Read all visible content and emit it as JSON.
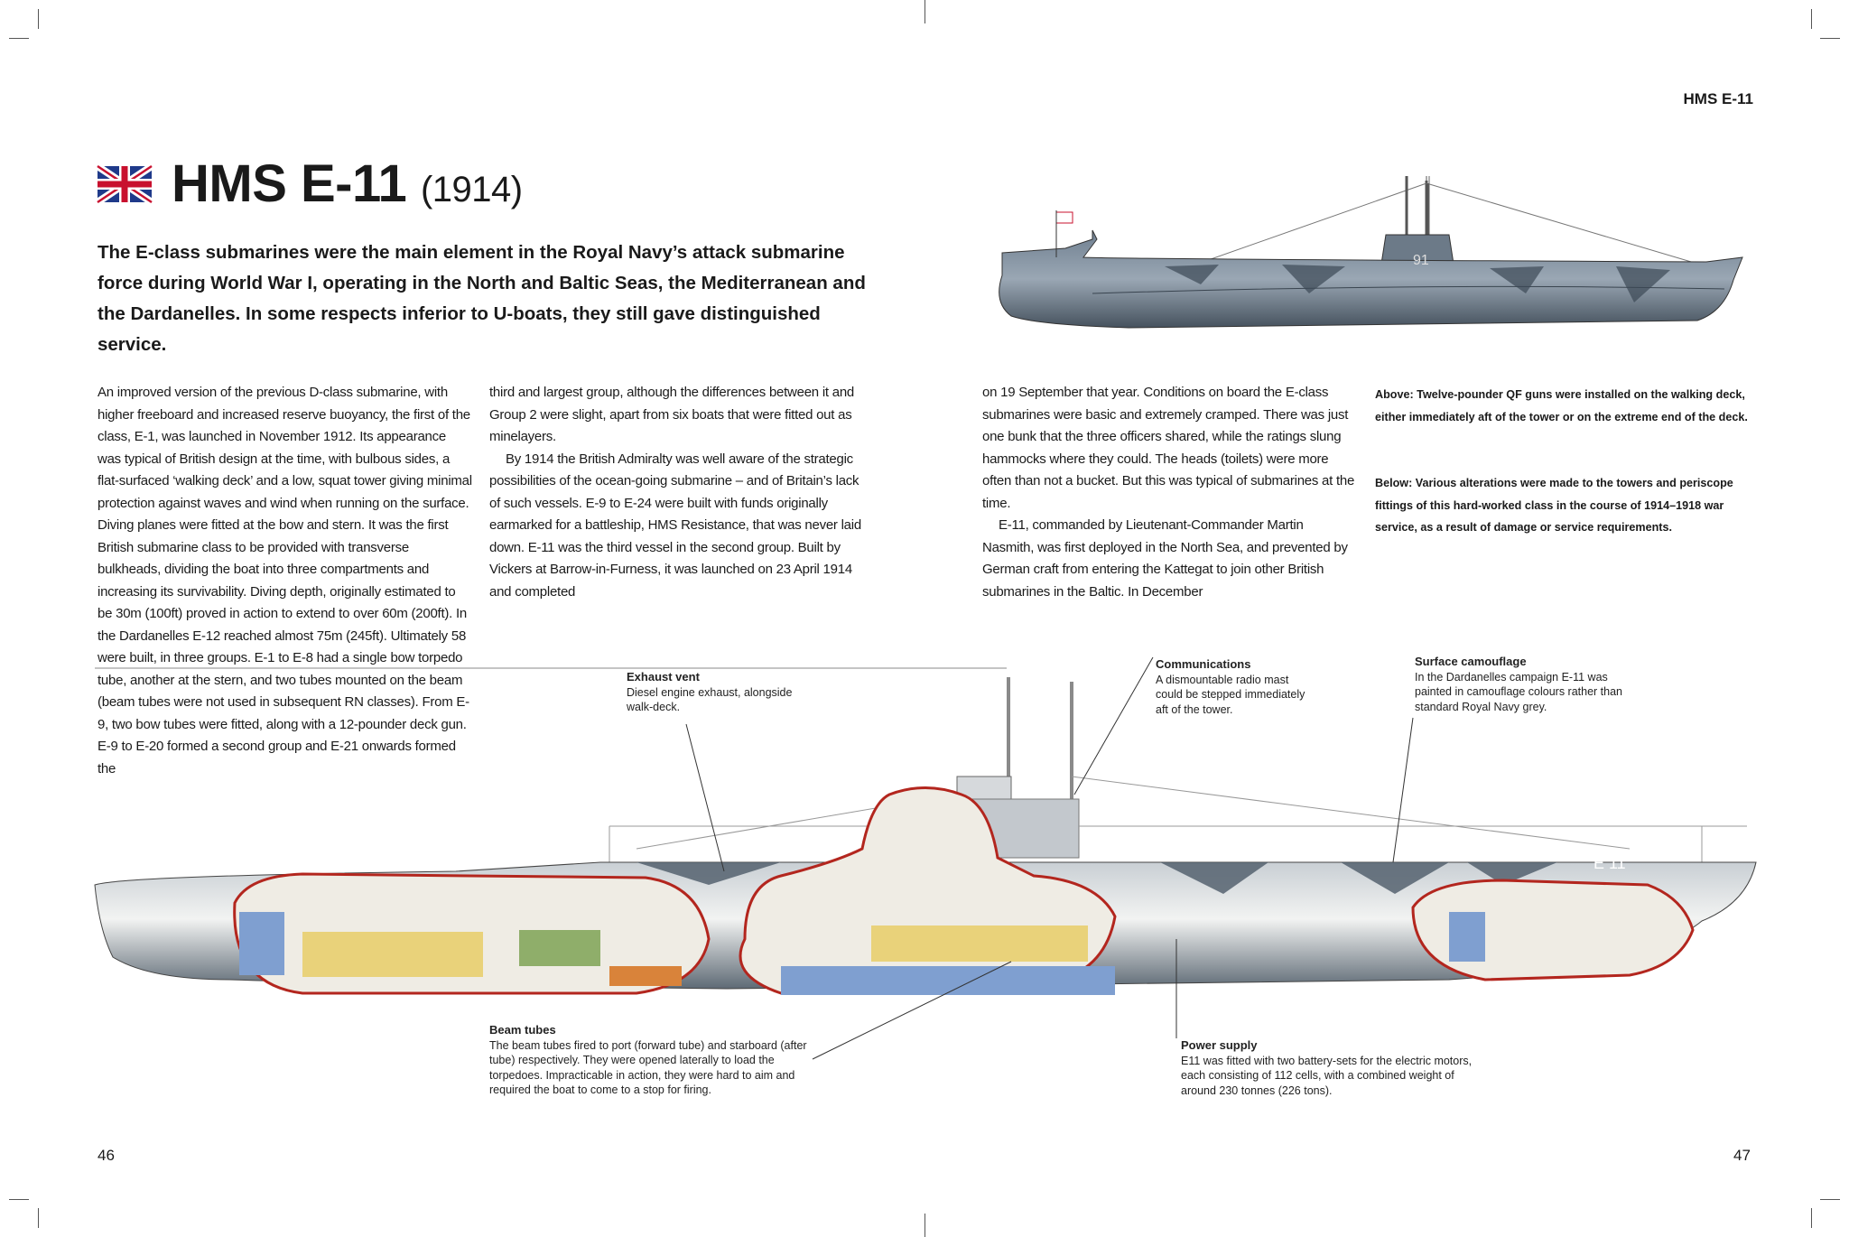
{
  "running_head": "HMS E-11",
  "title": {
    "name": "HMS E-11",
    "year": "(1914)",
    "flag_icon": "union-jack-flag"
  },
  "intro": "The E-class submarines were the main element in the Royal Navy’s attack submarine force during World War I, operating in the North and Baltic Seas, the Mediterranean and the Dardanelles. In some respects inferior to U-boats, they still gave distinguished service.",
  "body": {
    "col1": [
      "An improved version of the previous D-class submarine, with higher freeboard and increased reserve buoyancy, the first of the class, E-1, was launched in November 1912. Its appearance was typical of British design at the time, with bulbous sides, a flat-surfaced ‘walking deck’ and a low, squat tower giving minimal protection against waves and wind when running on the surface. Diving planes were fitted at the bow and stern. It was the first British submarine class to be provided with transverse bulkheads, dividing the boat into three compartments and increasing its survivability. Diving depth, originally estimated to be 30m (100ft) proved in action to extend to over 60m (200ft). In the Dardanelles E-12 reached almost 75m (245ft). Ultimately 58 were built, in three groups. E-1 to E-8 had a single bow torpedo tube, another at the stern, and two tubes mounted on the beam (beam tubes were not used in subsequent RN classes). From E-9, two bow tubes were fitted, along with a 12-pounder deck gun. E-9 to E-20 formed a second group and E-21 onwards formed the"
    ],
    "col2": [
      "third and largest group, although the differences between it and Group 2 were slight, apart from six boats that were fitted out as minelayers.",
      "By 1914 the British Admiralty was well aware of the strategic possibilities of the ocean-going submarine – and of Britain’s lack of such vessels. E-9 to E-24 were built with funds originally earmarked for a battleship, HMS Resistance, that was never laid down. E-11 was the third vessel in the second group. Built by Vickers at Barrow-in-Furness, it was launched on 23 April 1914 and completed"
    ],
    "col3": [
      "on 19 September that year. Conditions on board the E-class submarines were basic and extremely cramped. There was just one bunk that the three officers shared, while the ratings slung hammocks where they could. The heads (toilets) were more often than not a bucket. But this was typical of submarines at the time.",
      "E-11, commanded by Lieutenant-Commander Martin Nasmith, was first deployed in the North Sea, and prevented by German craft from entering the Kattegat to join other British submarines in the Baltic. In December"
    ]
  },
  "captions": {
    "above": "Above: Twelve-pounder QF guns were installed on the walking deck, either immediately aft of the tower or on the extreme end of the deck.",
    "below": "Below: Various alterations were made to the towers and periscope fittings of this hard-worked class in the course of 1914–1918 war service, as a result of damage or service requirements."
  },
  "profile_hull_number": "91",
  "cutaway_hull_marking": "E 11",
  "callouts": {
    "exhaust": {
      "title": "Exhaust vent",
      "text": "Diesel engine exhaust, alongside walk-deck."
    },
    "comms": {
      "title": "Communications",
      "text": "A dismountable radio mast could be stepped immediately aft of the tower."
    },
    "camo": {
      "title": "Surface camouflage",
      "text": "In the Dardanelles campaign E-11 was painted in camouflage colours rather than standard Royal Navy grey."
    },
    "beam": {
      "title": "Beam tubes",
      "text": "The beam tubes fired to port (forward tube) and starboard (after tube) respectively. They were opened laterally to load the torpedoes. Impracticable in action, they were hard to aim and required the boat to come to a stop for firing."
    },
    "power": {
      "title": "Power supply",
      "text": "E11 was fitted with two battery-sets for the electric motors, each consisting of 112 cells, with a combined weight of around 230 tonnes (226 tons)."
    }
  },
  "page_numbers": {
    "left": "46",
    "right": "47"
  },
  "colors": {
    "hull_grey": "#8a96a3",
    "camo_dark": "#4a5866",
    "cutaway_outline": "#b3261e",
    "battery_yellow": "#e9d27a",
    "tank_blue": "#7f9fd0"
  }
}
